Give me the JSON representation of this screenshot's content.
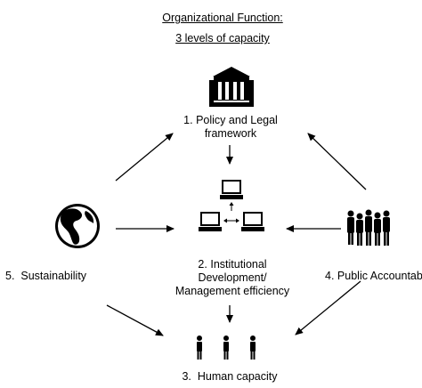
{
  "title": {
    "line1": "Organizational Function:",
    "line2": "3 levels of capacity"
  },
  "nodes": {
    "policy": {
      "number": "1.",
      "line1": "Policy and Legal",
      "line2": "framework",
      "icon": "government-building-icon"
    },
    "institutional": {
      "number": "2.",
      "line1": "Institutional",
      "line2": "Development/",
      "line3": "Management efficiency",
      "icon": "computer-network-icon"
    },
    "human": {
      "number": "3.",
      "line1": "Human capacity",
      "icon": "people-figures-icon"
    },
    "public": {
      "number": "4.",
      "line1": "Public Accountabili",
      "icon": "crowd-icon"
    },
    "sustainability": {
      "number": "5.",
      "line1": "Sustainability",
      "icon": "globe-icon"
    }
  },
  "colors": {
    "ink": "#000000",
    "background": "#ffffff"
  }
}
